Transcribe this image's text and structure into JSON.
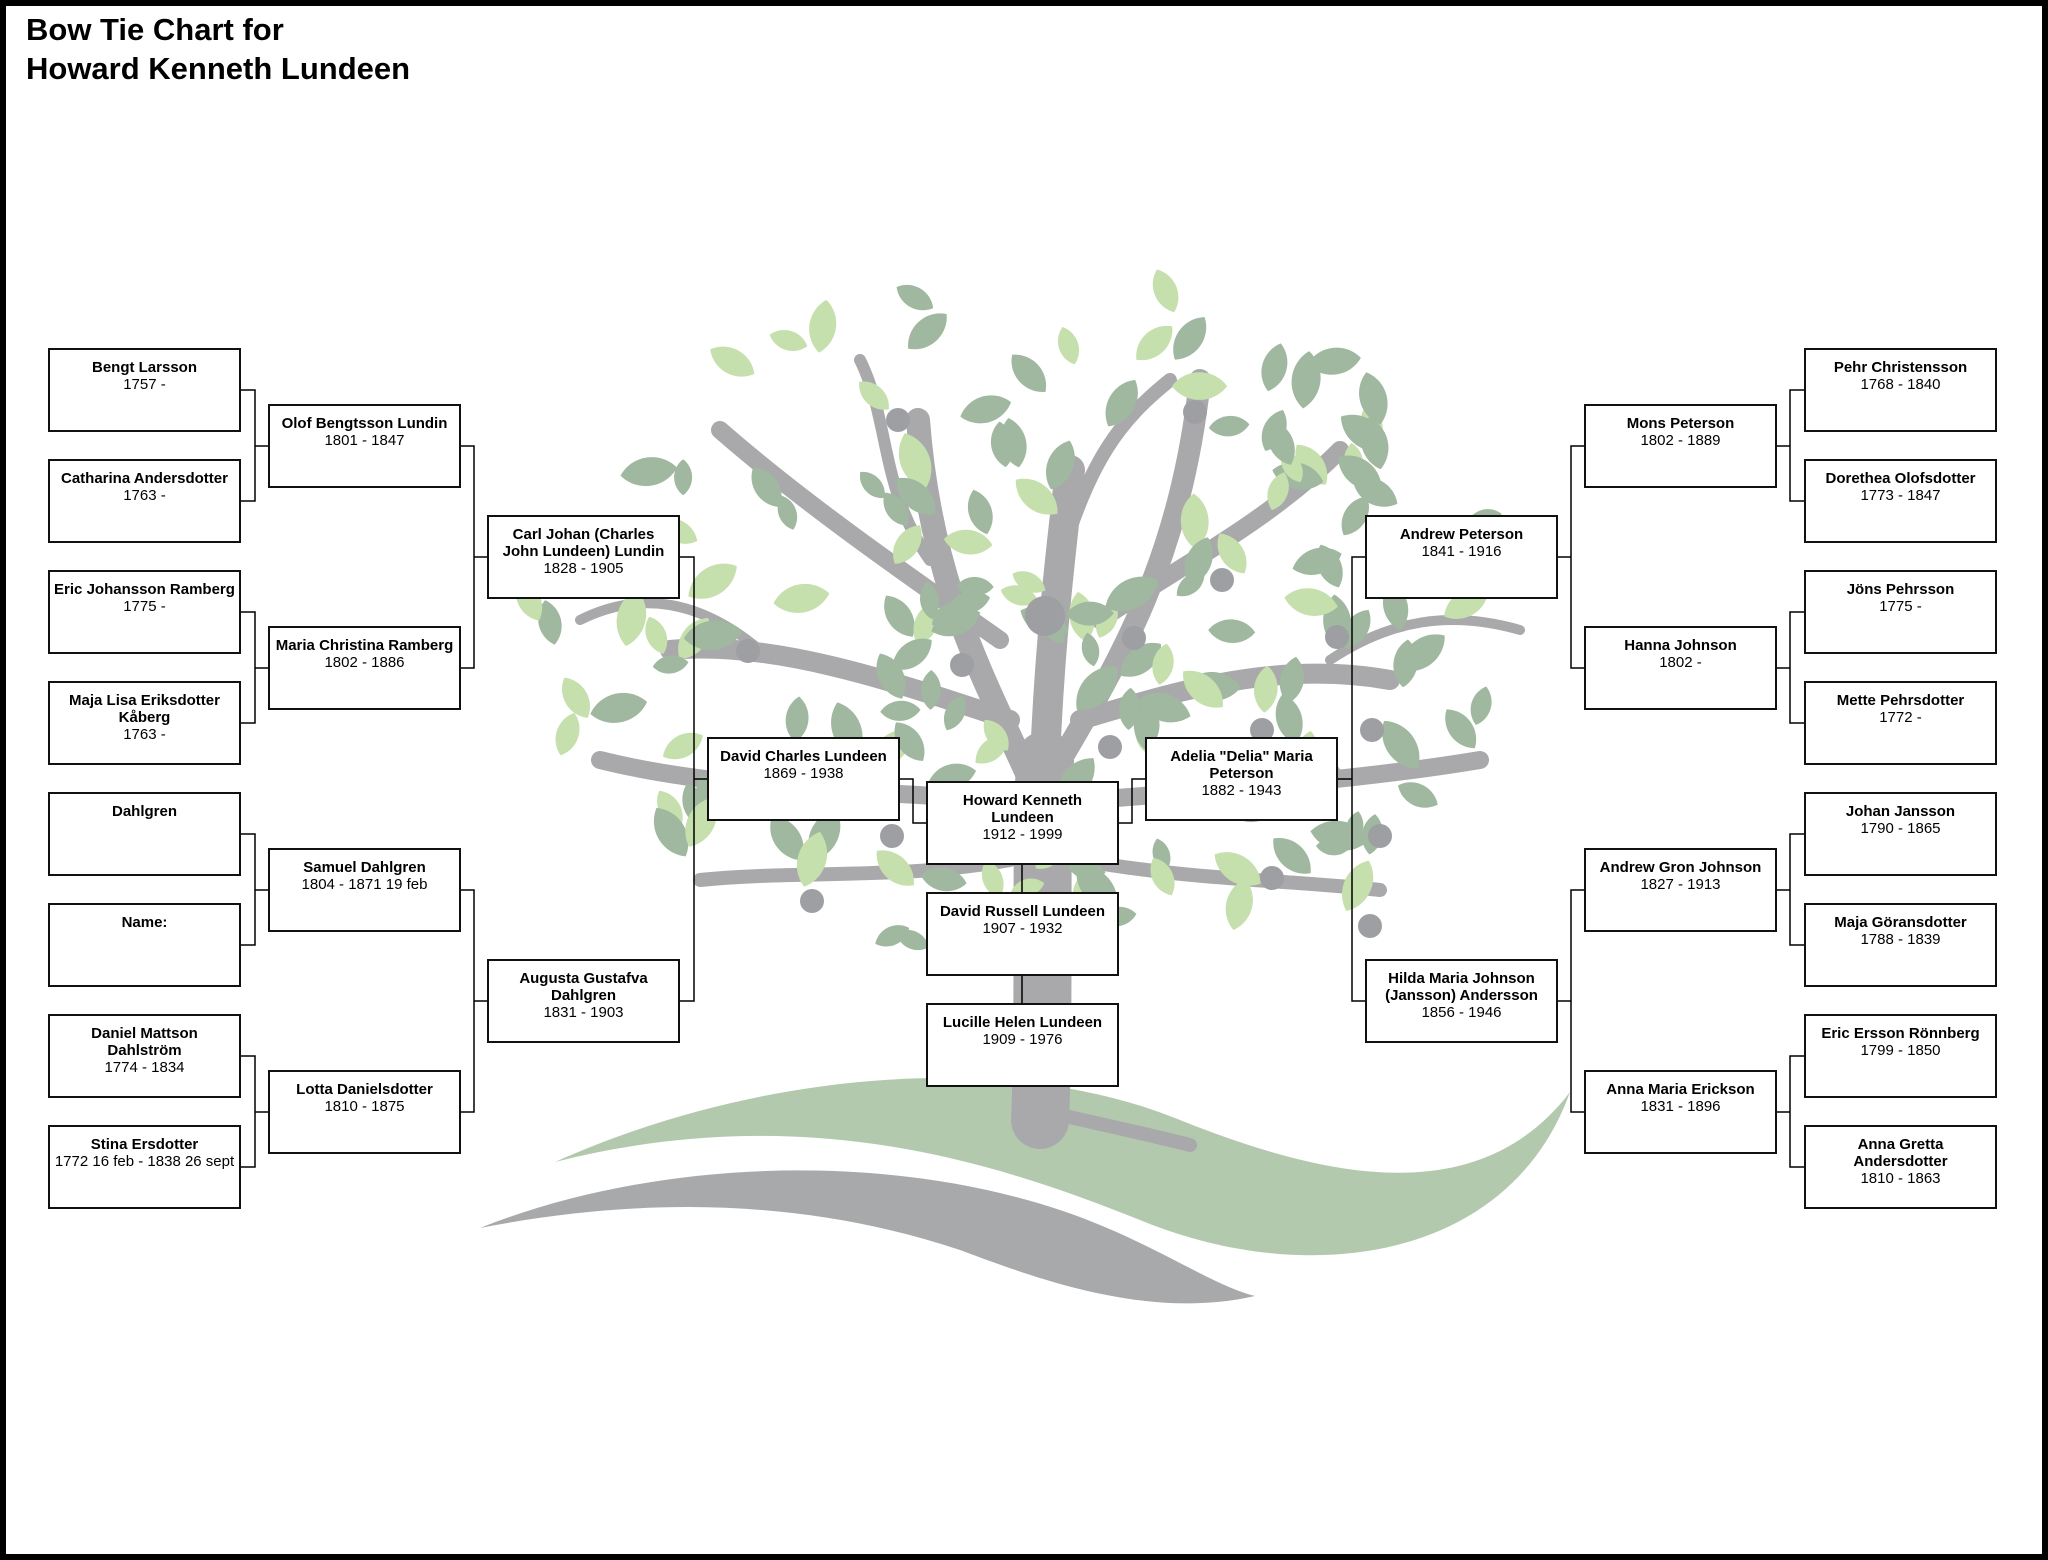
{
  "title": {
    "line1": "Bow Tie Chart for",
    "line2": "Howard Kenneth Lundeen"
  },
  "colors": {
    "border": "#000000",
    "leaf_dark": "#9fb89f",
    "leaf_light": "#c5dfad",
    "trunk": "#a9a9ab",
    "ground_green": "#b3c9ae",
    "ground_gray": "#a8a9ab",
    "fruit": "#9d9fa2"
  },
  "people": {
    "focus": {
      "name": "Howard Kenneth Lundeen",
      "dates": "1912 - 1999"
    },
    "sibling1": {
      "name": "David Russell Lundeen",
      "dates": "1907 - 1932"
    },
    "sibling2": {
      "name": "Lucille Helen Lundeen",
      "dates": "1909 - 1976"
    },
    "father": {
      "name": "David Charles Lundeen",
      "dates": "1869 - 1938"
    },
    "mother": {
      "name": "Adelia \"Delia\" Maria Peterson",
      "dates": "1882 - 1943"
    },
    "pat_gf": {
      "name": "Carl Johan (Charles John Lundeen) Lundin",
      "dates": "1828 - 1905"
    },
    "pat_gm": {
      "name": "Augusta Gustafva Dahlgren",
      "dates": "1831 - 1903"
    },
    "mat_gf": {
      "name": "Andrew Peterson",
      "dates": "1841 - 1916"
    },
    "mat_gm": {
      "name": "Hilda Maria Johnson (Jansson) Andersson",
      "dates": "1856 - 1946"
    },
    "gg1": {
      "name": "Olof Bengtsson Lundin",
      "dates": "1801 - 1847"
    },
    "gg2": {
      "name": "Maria Christina Ramberg",
      "dates": "1802 - 1886"
    },
    "gg3": {
      "name": "Samuel Dahlgren",
      "dates": "1804 - 1871 19 feb"
    },
    "gg4": {
      "name": "Lotta Danielsdotter",
      "dates": "1810 - 1875"
    },
    "gg5": {
      "name": "Mons Peterson",
      "dates": "1802 - 1889"
    },
    "gg6": {
      "name": "Hanna Johnson",
      "dates": "1802 -"
    },
    "gg7": {
      "name": "Andrew Gron Johnson",
      "dates": "1827 - 1913"
    },
    "gg8": {
      "name": "Anna Maria Erickson",
      "dates": "1831 - 1896"
    },
    "ggg1": {
      "name": "Bengt Larsson",
      "dates": "1757 -"
    },
    "ggg2": {
      "name": "Catharina Andersdotter",
      "dates": "1763 -"
    },
    "ggg3": {
      "name": "Eric Johansson Ramberg",
      "dates": "1775 -"
    },
    "ggg4": {
      "name": "Maja Lisa Eriksdotter Kåberg",
      "dates": "1763 -"
    },
    "ggg5": {
      "name": "Dahlgren",
      "dates": ""
    },
    "ggg6": {
      "name": "Name:",
      "dates": ""
    },
    "ggg7": {
      "name": "Daniel Mattson Dahlström",
      "dates": "1774 - 1834"
    },
    "ggg8": {
      "name": "Stina Ersdotter",
      "dates": "1772 16 feb - 1838 26 sept"
    },
    "ggg9": {
      "name": "Pehr Christensson",
      "dates": "1768 - 1840"
    },
    "ggg10": {
      "name": "Dorethea Olofsdotter",
      "dates": "1773 - 1847"
    },
    "ggg11": {
      "name": "Jöns Pehrsson",
      "dates": "1775 -"
    },
    "ggg12": {
      "name": "Mette Pehrsdotter",
      "dates": "1772 -"
    },
    "ggg13": {
      "name": "Johan Jansson",
      "dates": "1790 - 1865"
    },
    "ggg14": {
      "name": "Maja Göransdotter",
      "dates": "1788 - 1839"
    },
    "ggg15": {
      "name": "Eric Ersson Rönnberg",
      "dates": "1799 - 1850"
    },
    "ggg16": {
      "name": "Anna Gretta Andersdotter",
      "dates": "1810 - 1863"
    }
  }
}
